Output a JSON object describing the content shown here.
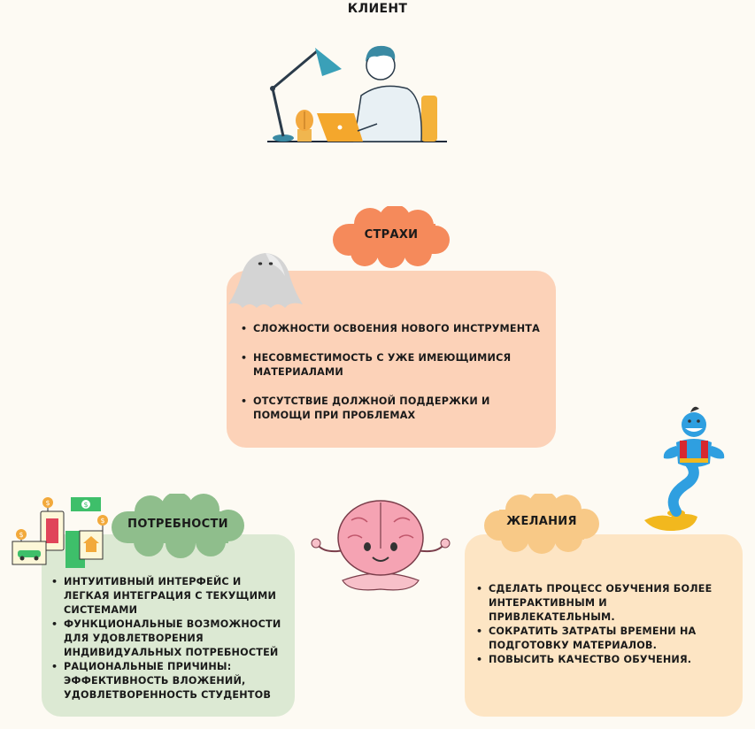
{
  "title": "КЛИЕНТ",
  "fears": {
    "heading": "СТРАХИ",
    "items": [
      "СЛОЖНОСТИ ОСВОЕНИЯ НОВОГО ИНСТРУМЕНТА",
      "НЕСОВМЕСТИМОСТЬ С УЖЕ ИМЕЮЩИМИСЯ МАТЕРИАЛАМИ",
      "ОТСУТСТВИЕ ДОЛЖНОЙ ПОДДЕРЖКИ И ПОМОЩИ ПРИ ПРОБЛЕМАХ"
    ]
  },
  "needs": {
    "heading": "ПОТРЕБНОСТИ",
    "items": [
      "ИНТУИТИВНЫЙ ИНТЕРФЕЙС И ЛЕГКАЯ ИНТЕГРАЦИЯ С ТЕКУЩИМИ СИСТЕМАМИ",
      "ФУНКЦИОНАЛЬНЫЕ ВОЗМОЖНОСТИ ДЛЯ УДОВЛЕТВОРЕНИЯ ИНДИВИДУАЛЬНЫХ ПОТРЕБНОСТЕЙ",
      "РАЦИОНАЛЬНЫЕ ПРИЧИНЫ: ЭФФЕКТИВНОСТЬ ВЛОЖЕНИЙ, УДОВЛЕТВОРЕННОСТЬ СТУДЕНТОВ"
    ]
  },
  "desires": {
    "heading": "ЖЕЛАНИЯ",
    "items": [
      "СДЕЛАТЬ ПРОЦЕСС ОБУЧЕНИЯ БОЛЕЕ ИНТЕРАКТИВНЫМ И ПРИВЛЕКАТЕЛЬНЫМ.",
      "СОКРАТИТЬ ЗАТРАТЫ ВРЕМЕНИ НА ПОДГОТОВКУ МАТЕРИАЛОВ.",
      "ПОВЫСИТЬ КАЧЕСТВО ОБУЧЕНИЯ."
    ]
  },
  "colors": {
    "background": "#fdfaf3",
    "fears_cloud": "#f58a5b",
    "fears_card": "#fcd2b8",
    "needs_cloud": "#8fbe8c",
    "needs_card": "#dce9d3",
    "desires_cloud": "#f8c987",
    "desires_card": "#fde5c4"
  },
  "icons": {
    "client": "person-at-laptop-illustration",
    "fears": "ghost-icon",
    "needs": "devices-money-icon",
    "center": "meditating-brain-illustration",
    "desires": "genie-lamp-icon"
  }
}
